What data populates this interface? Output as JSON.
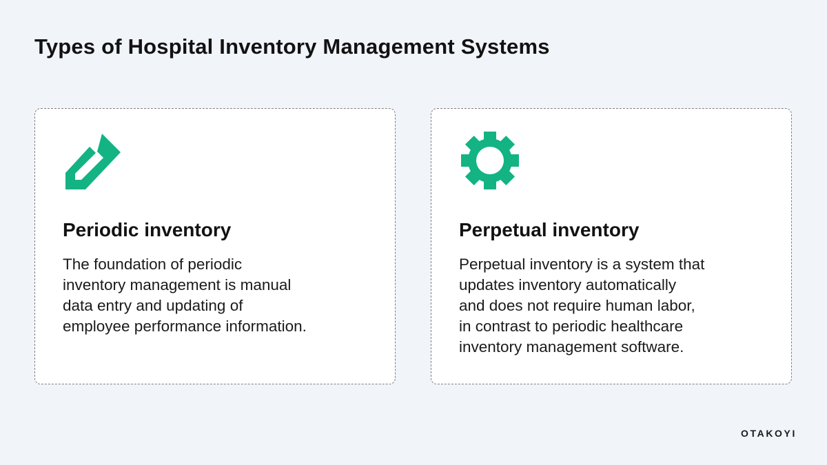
{
  "page": {
    "title": "Types of Hospital Inventory Management Systems",
    "brand": "OTAKOYI"
  },
  "colors": {
    "background": "#f1f4f9",
    "card": "#ffffff",
    "accent": "#13b383",
    "text": "#141414",
    "border": "#7d7d7d"
  },
  "cards": [
    {
      "icon": "pencil-icon",
      "heading": "Periodic inventory",
      "body": "The foundation of periodic\ninventory management is manual\ndata entry and updating of\nemployee performance information."
    },
    {
      "icon": "gear-icon",
      "heading": "Perpetual inventory",
      "body": "Perpetual inventory is a system that\nupdates inventory automatically\nand does not require human labor,\nin contrast to periodic healthcare\ninventory management software."
    }
  ]
}
